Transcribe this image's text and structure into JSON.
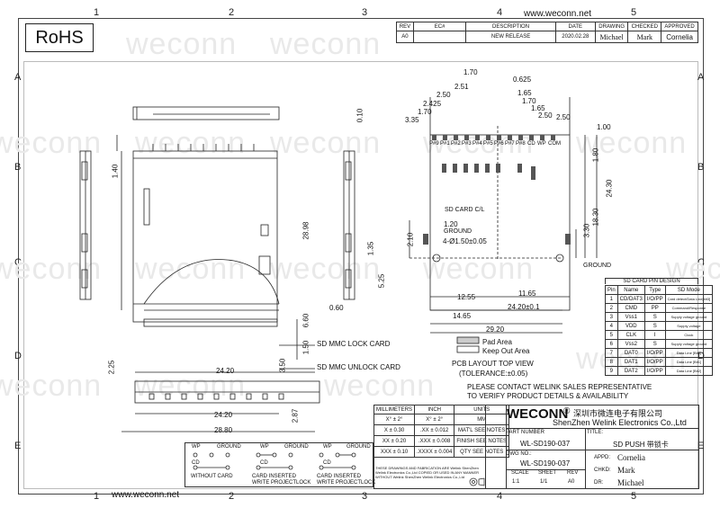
{
  "rohs": "RoHS",
  "website": "www.weconn.net",
  "watermark": "weconn",
  "grid": {
    "numbers": [
      "1",
      "2",
      "3",
      "4",
      "5"
    ],
    "letters": [
      "A",
      "B",
      "C",
      "D",
      "E"
    ]
  },
  "revision_table": {
    "headers": [
      "REV",
      "EC#",
      "DESCRIPTION",
      "DATE",
      "DRAWING",
      "CHECKED",
      "APPROVED"
    ],
    "row": [
      "A0",
      "",
      "NEW RELEASE",
      "2020.02.28",
      "Michael",
      "Mark",
      "Cornelia"
    ]
  },
  "dims_top": [
    "1.70",
    "0.625",
    "2.51",
    "1.65",
    "2.50",
    "1.70",
    "2.425",
    "1.70",
    "1.65",
    "2.50",
    "3.35",
    "2.50",
    "1.00"
  ],
  "dims_misc": {
    "d010": "0.10",
    "d140": "1.40",
    "d2898": "28.98",
    "d135": "1.35",
    "d525": "5.25",
    "d060": "0.60",
    "d660": "6.60",
    "d150": "1.50",
    "d350": "3.50",
    "d225": "2.25",
    "d2420a": "24.20",
    "d2420b": "24.20",
    "d287": "2.87",
    "d2880": "28.80",
    "d180": "1.80",
    "d2430": "24.30",
    "d1830": "18.30",
    "d330": "3.30",
    "d210": "2.10",
    "d120": "1.20",
    "hole": "4-Ø1.50±0.05",
    "d1255": "12.55",
    "d1165": "11.65",
    "d2420c": "24.20±0.1",
    "d1465": "14.65",
    "d2920": "29.20"
  },
  "pin_labels": [
    "P#9",
    "P#1",
    "P#2",
    "P#3",
    "P#4",
    "P#5",
    "P#6",
    "P#7",
    "P#8",
    "CD",
    "WP",
    "COM"
  ],
  "labels": {
    "ground1": "GROUND",
    "ground2": "GROUND",
    "sd_card": "SD CARD C/L",
    "lock": "SD MMC LOCK CARD",
    "unlock": "SD MMC UNLOCK CARD",
    "pad": "Pad Area",
    "keepout": "Keep Out Area",
    "pcb": "PCB LAYOUT TOP VIEW",
    "tolerance": "(TOLERANCE:±0.05)",
    "notice1": "PLEASE CONTACT WELINK SALES REPRESENTATIVE",
    "notice2": "TO VERIFY PRODUCT DETAILS & AVAILABILITY"
  },
  "pin_design": {
    "title": "SD CARD PIN DESIGN",
    "headers": [
      "Pin",
      "Name",
      "Type",
      "SD Mode"
    ],
    "rows": [
      [
        "1",
        "CD/DAT3",
        "I/O/PP",
        "Card detect/Data Line[bit3]"
      ],
      [
        "2",
        "CMD",
        "PP",
        "Command/Response"
      ],
      [
        "3",
        "Vss1",
        "S",
        "Supply voltage ground"
      ],
      [
        "4",
        "VDD",
        "S",
        "Supply voltage"
      ],
      [
        "5",
        "CLK",
        "I",
        "Clock"
      ],
      [
        "6",
        "Vss2",
        "S",
        "Supply voltage ground"
      ],
      [
        "7",
        "DAT0",
        "I/O/PP",
        "Data Line [Bit0]"
      ],
      [
        "8",
        "DAT1",
        "I/O/PP",
        "Data Line [Bit1]"
      ],
      [
        "9",
        "DAT2",
        "I/O/PP",
        "Data Line [Bit2]"
      ]
    ]
  },
  "switches": [
    {
      "label": "WITHOUT CARD",
      "wp": "WP",
      "ground": "GROUND",
      "cd": "CD"
    },
    {
      "label": "CARD INSERTED\nWRITE PROJECTLOCK",
      "wp": "WP",
      "ground": "GROUND",
      "cd": "CD"
    },
    {
      "label": "CARD INSERTED\nWRITE PROJECTLOCK",
      "wp": "WP",
      "ground": "GROUND",
      "cd": "CD"
    }
  ],
  "title_block": {
    "mm_header": "MILLIMETERS",
    "inch_header": "INCH",
    "mm_rows": [
      "X° ± 2°",
      "X ± 0.30",
      "XX ± 0.20",
      "XXX ± 0.10"
    ],
    "inch_rows": [
      "X° ± 2°",
      ".XX ± 0.012",
      ".XXX ± 0.008",
      ".XXXX ± 0.004"
    ],
    "units_label": "UNITS",
    "units_value": "MM",
    "matl_label": "MAT'L",
    "matl_value": "SEE NOTES",
    "finish_label": "FINISH",
    "finish_value": "SEE NOTES",
    "qty_label": "QTY",
    "qty_value": "SEE NOTES",
    "company_en": "ShenZhen Welink Electronics Co.,Ltd",
    "company_cn": "深圳市微连电子有限公司",
    "brand": "WECONN",
    "part_label": "PART NUMBER",
    "part_value": "WL-SD190-037",
    "title_label": "TITLE:",
    "title_value": "SD PUSH 带锁卡",
    "dwg_label": "DWG NO.:",
    "dwg_value": "WL-SD190-037",
    "scale_label": "SCALE",
    "scale_value": "1:1",
    "sheet_label": "SHEET",
    "sheet_value": "1/1",
    "rev_label": "REV",
    "rev_value": "A0",
    "appd_label": "APPD:",
    "appd_value": "Cornelia",
    "chkd_label": "CHKD:",
    "chkd_value": "Mark",
    "dr_label": "DR:",
    "dr_value": "Michael",
    "notice_small": "THESE DRAWINGS AND FABRICATION ARE Welink ShenZhen Welink Electronics Co.,Ltd COPIED OR USED IN ANY MANNER WITHOUT Welink ShenZhen Welink Electronics Co.,Ltd"
  }
}
